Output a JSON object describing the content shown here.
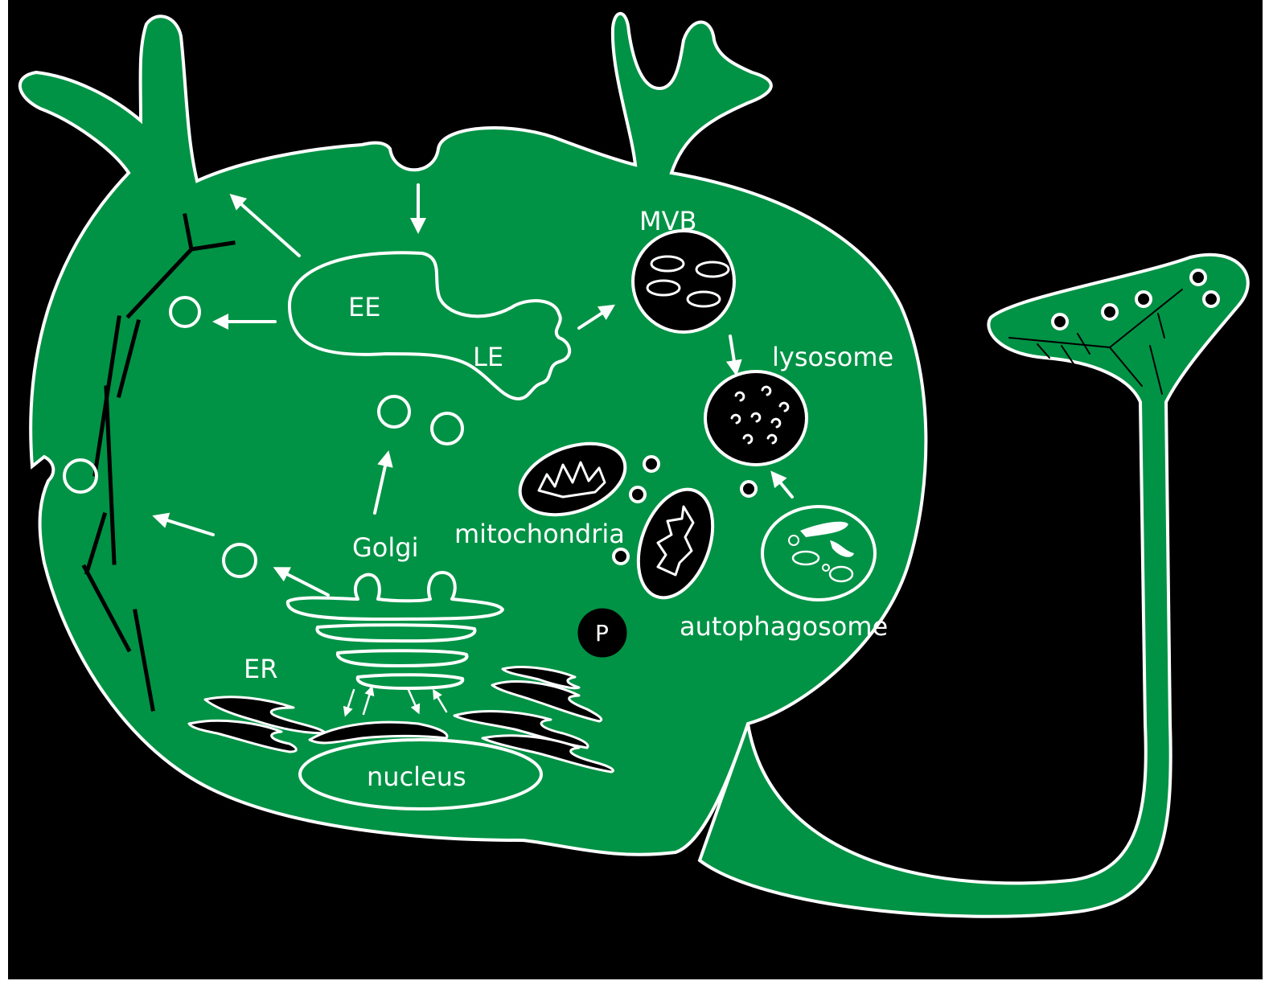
{
  "diagram": {
    "colors": {
      "cell": "#009245",
      "background": "#000000",
      "page": "#ffffff",
      "outline": "#ffffff",
      "organelle": "#000000"
    },
    "labels": {
      "ee": "EE",
      "le": "LE",
      "mvb": "MVB",
      "lysosome": "lysosome",
      "golgi": "Golgi",
      "mitochondria": "mitochondria",
      "er": "ER",
      "nucleus": "nucleus",
      "autophagosome": "autophagosome",
      "p": "P"
    }
  }
}
